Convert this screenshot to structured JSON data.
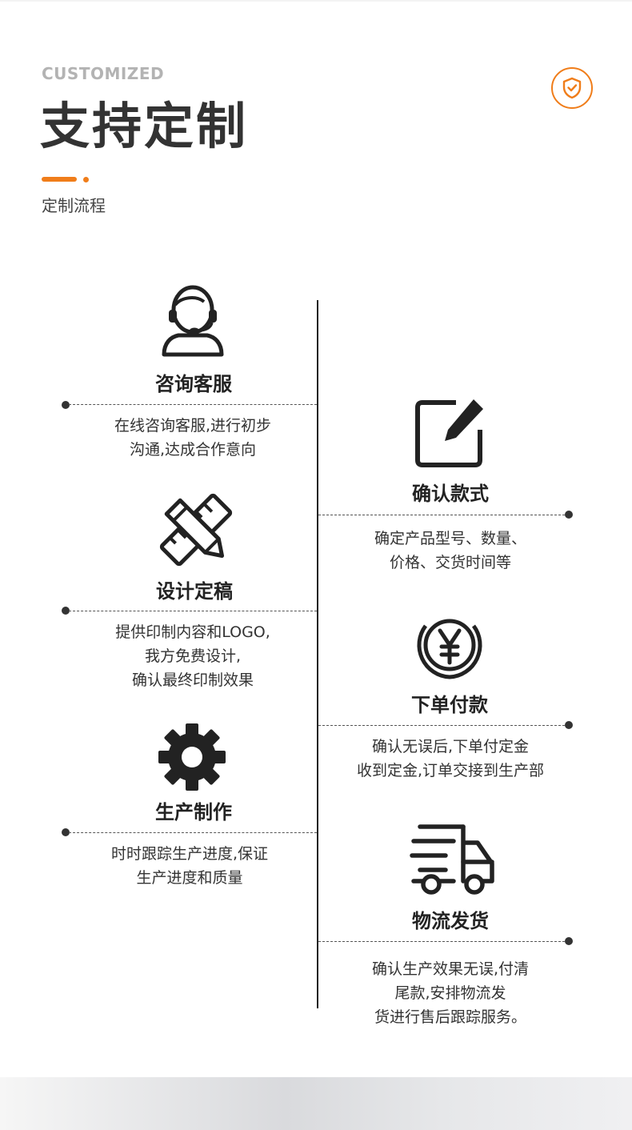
{
  "header": {
    "subtitle_en": "CUSTOMIZED",
    "title": "支持定制",
    "section_label": "定制流程"
  },
  "colors": {
    "accent": "#f07d1a",
    "text_dark": "#333333",
    "text_muted": "#b3b3b3"
  },
  "steps": [
    {
      "title": "咨询客服",
      "desc": "在线咨询客服,进行初步\n沟通,达成合作意向",
      "icon": "customer-service-icon"
    },
    {
      "title": "确认款式",
      "desc": "确定产品型号、数量、\n价格、交货时间等",
      "icon": "edit-icon"
    },
    {
      "title": "设计定稿",
      "desc": "提供印制内容和LOGO,\n我方免费设计,\n确认最终印制效果",
      "icon": "design-tools-icon"
    },
    {
      "title": "下单付款",
      "desc": "确认无误后,下单付定金\n收到定金,订单交接到生产部",
      "icon": "yen-icon"
    },
    {
      "title": "生产制作",
      "desc": "时时跟踪生产进度,保证\n生产进度和质量",
      "icon": "gear-icon"
    },
    {
      "title": "物流发货",
      "desc": "确认生产效果无误,付清\n尾款,安排物流发\n货进行售后跟踪服务。",
      "icon": "delivery-truck-icon"
    }
  ]
}
